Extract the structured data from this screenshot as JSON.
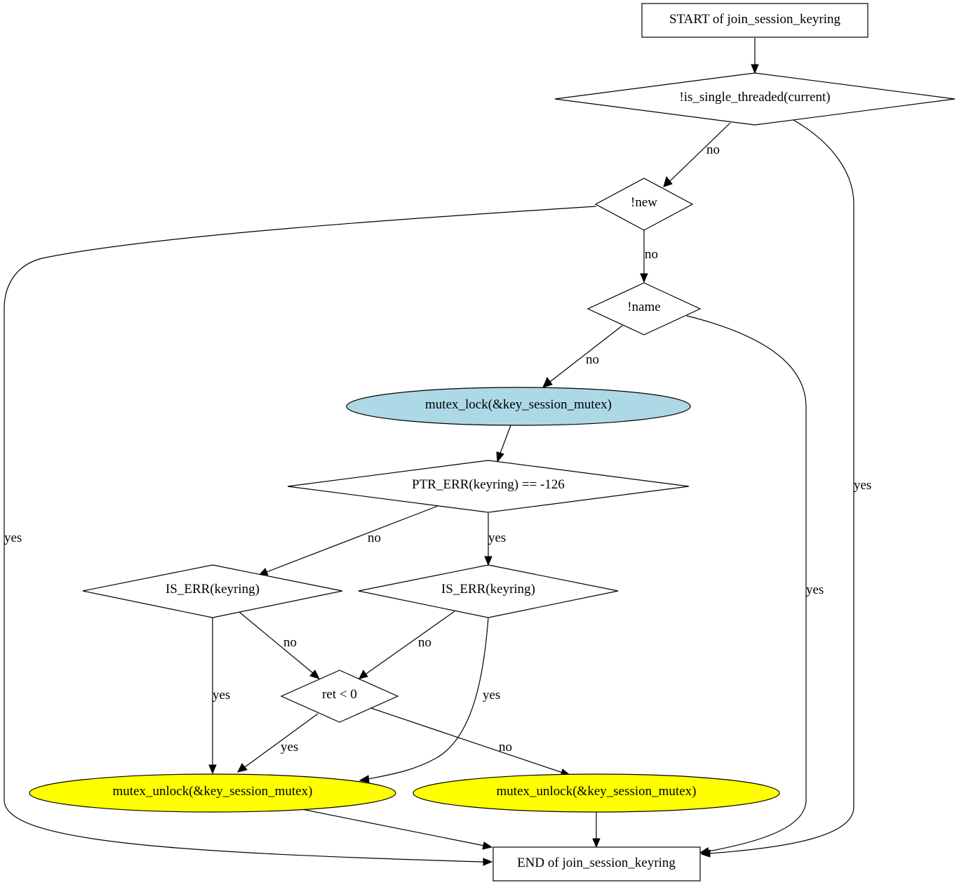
{
  "colors": {
    "background": "#ffffff",
    "stroke": "#000000",
    "lock_fill": "#add8e6",
    "unlock_fill": "#ffff00",
    "box_fill": "#ffffff"
  },
  "nodes": {
    "start": {
      "label": "START of join_session_keyring"
    },
    "cond_single_thread": {
      "label": "!is_single_threaded(current)"
    },
    "cond_new": {
      "label": "!new"
    },
    "cond_name": {
      "label": "!name"
    },
    "mutex_lock": {
      "label": "mutex_lock(&key_session_mutex)"
    },
    "cond_ptr_err": {
      "label": "PTR_ERR(keyring) == -126"
    },
    "cond_is_err_left": {
      "label": "IS_ERR(keyring)"
    },
    "cond_is_err_right": {
      "label": "IS_ERR(keyring)"
    },
    "cond_ret": {
      "label": "ret < 0"
    },
    "unlock_left": {
      "label": "mutex_unlock(&key_session_mutex)"
    },
    "unlock_right": {
      "label": "mutex_unlock(&key_session_mutex)"
    },
    "end": {
      "label": "END of join_session_keyring"
    }
  },
  "edges": {
    "single_no": "no",
    "single_yes": "yes",
    "new_no": "no",
    "new_yes": "yes",
    "name_no": "no",
    "name_yes": "yes",
    "ptr_no": "no",
    "ptr_yes": "yes",
    "iserrl_no": "no",
    "iserrl_yes": "yes",
    "iserrr_no": "no",
    "iserrr_yes": "yes",
    "ret_yes": "yes",
    "ret_no": "no"
  }
}
